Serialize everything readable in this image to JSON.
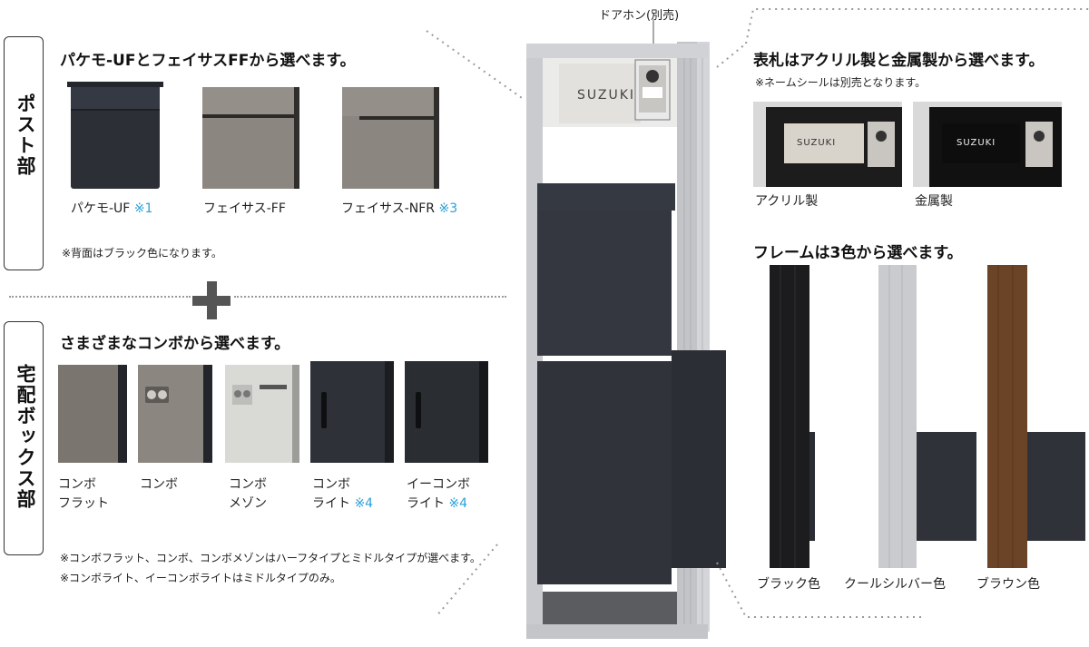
{
  "doorphone_label": "ドアホン(別売)",
  "post_section": {
    "side_label": "ポスト部",
    "heading": "パケモ-UFとフェイサスFFから選べます。",
    "items": [
      {
        "name": "パケモ-UF",
        "mark": "※1"
      },
      {
        "name": "フェイサス-FF",
        "mark": ""
      },
      {
        "name": "フェイサス-NFR",
        "mark": "※3"
      }
    ],
    "note": "※背面はブラック色になります。"
  },
  "box_section": {
    "side_label": "宅配ボックス部",
    "heading": "さまざまなコンボから選べます。",
    "items": [
      {
        "line1": "コンボ",
        "line2": "フラット",
        "mark": ""
      },
      {
        "line1": "コンボ",
        "line2": "",
        "mark": ""
      },
      {
        "line1": "コンボ",
        "line2": "メゾン",
        "mark": ""
      },
      {
        "line1": "コンボ",
        "line2": "ライト",
        "mark": "※4"
      },
      {
        "line1": "イーコンボ",
        "line2": "ライト",
        "mark": "※4"
      }
    ],
    "note1": "※コンボフラット、コンボ、コンボメゾンはハーフタイプとミドルタイプが選べます。",
    "note2": "※コンボライト、イーコンボライトはミドルタイプのみ。"
  },
  "nameplate_section": {
    "heading": "表札はアクリル製と金属製から選べます。",
    "sub": "※ネームシールは別売となります。",
    "plate_text": "SUZUKI",
    "items": [
      {
        "label": "アクリル製"
      },
      {
        "label": "金属製"
      }
    ]
  },
  "frame_section": {
    "heading": "フレームは3色から選べます。",
    "colors": [
      {
        "label": "ブラック色",
        "color": "#1c1c1e"
      },
      {
        "label": "クールシルバー色",
        "color": "#c9cbcf"
      },
      {
        "label": "ブラウン色",
        "color": "#6b4326"
      }
    ]
  },
  "colors": {
    "accent_mark": "#2aa0d8",
    "post_black": "#2c2f36",
    "post_stone": "#8b8680",
    "box_dark": "#2e3238",
    "box_light": "#d9d9d6"
  }
}
